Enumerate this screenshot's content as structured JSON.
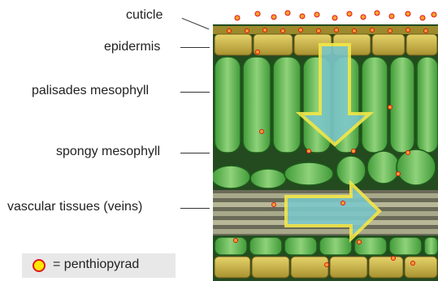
{
  "labels": {
    "cuticle": "cuticle",
    "epidermis": "epidermis",
    "palisades": "palisades mesophyll",
    "spongy": "spongy mesophyll",
    "vascular": "vascular tissues (veins)"
  },
  "legend": {
    "text": "= penthiopyrad"
  },
  "colors": {
    "cell_green": "#6cc35a",
    "cell_dark": "#2f7a2a",
    "epidermis_yellow": "#d8c24a",
    "arrow_fill": "#7cc7c9",
    "arrow_border": "#f3e84a",
    "dot_fill": "#f7a12a",
    "dot_ring": "#e0141c",
    "legend_dot_fill": "#ffe800"
  },
  "icons": {
    "legend_marker": "penthiopyrad-dot-icon"
  }
}
